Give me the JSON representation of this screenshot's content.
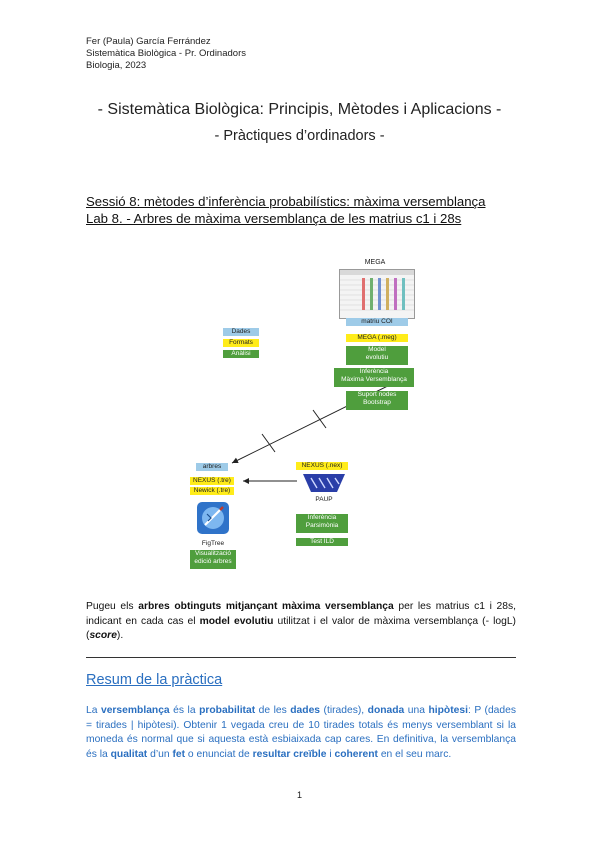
{
  "header": {
    "author": "Fer (Paula) García Ferrández",
    "course": "Sistemàtica Biològica - Pr. Ordinadors",
    "degree": "Biologia, 2023"
  },
  "titles": {
    "main": "- Sistemàtica Biològica: Principis, Mètodes i Aplicacions -",
    "sub": "- Pràctiques d’ordinadors -"
  },
  "session": {
    "line1": "Sessió 8: mètodes d’inferència probabilístics: màxima versemblança",
    "line2": "Lab 8. - Arbres de màxima versemblança de les matrius c1 i 28s"
  },
  "diagram": {
    "mega_label": "MEGA",
    "legend": {
      "data": "Dades",
      "formats": "Formats",
      "analysis": "Anàlisi"
    },
    "right_boxes": {
      "matrix": "matriu COI",
      "mega_format": "MEGA (.meg)",
      "model_l1": "Model",
      "model_l2": "evolutiu",
      "inference_l1": "Inferència",
      "inference_l2": "Màxima Versemblança",
      "support_l1": "Suport nodes",
      "support_l2": "Bootstrap"
    },
    "left_boxes": {
      "trees": "arbres",
      "nexus_tre": "NEXUS (.tre)",
      "newick_tre": "Newick (.tre)",
      "figtree": "FigTree",
      "visual_l1": "Visualització",
      "visual_l2": "edició arbres"
    },
    "paup_boxes": {
      "nexus_nex": "NEXUS (.nex)",
      "paup": "PAUP",
      "parsimony_l1": "Inferència",
      "parsimony_l2": "Parsimònia",
      "ild": "Test ILD"
    },
    "colors": {
      "lightblue": "#9ecbe8",
      "yellow": "#ffec1a",
      "green": "#4f9e3d"
    }
  },
  "instruction": {
    "t1": "Pugeu els ",
    "b1": "arbres obtinguts mitjançant màxima versemblança",
    "t2": " per les matrius c1 i 28s, indicant en cada cas el ",
    "b2": "model evolutiu",
    "t3": " utilitzat i el valor de màxima versemblança (- logL) (",
    "b3": "score",
    "t4": ")."
  },
  "summary": {
    "heading": "Resum de la pràctica",
    "p1": "La ",
    "k1": "versemblança",
    "p2": " és la ",
    "k2": "probabilitat",
    "p3": " de les ",
    "k3": "dades",
    "p4": " (tirades), ",
    "k4": "donada",
    "p5": " una ",
    "k5": "hipòtesi",
    "p6": ": P (dades = tirades | hipòtesi). Obtenir 1 vegada creu de 10 tirades totals és menys versemblant si la moneda és normal que si aquesta està esbiaixada cap cares. En definitiva, la versemblança és la ",
    "k6": "qualitat",
    "p7": " d’un ",
    "k7": "fet",
    "p8": " o enunciat de ",
    "k8": "resultar creïble",
    "p9": " i ",
    "k9": "coherent",
    "p10": " en el seu marc."
  },
  "page_number": "1"
}
